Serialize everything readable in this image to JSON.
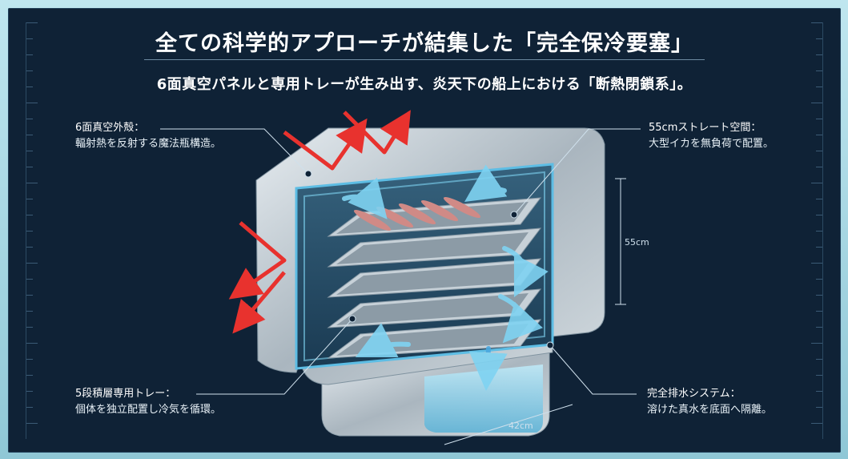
{
  "title": "全ての科学的アプローチが結集した「完全保冷要塞」",
  "subtitle": "6面真空パネルと専用トレーが生み出す、炎天下の船上における「断熱閉鎖系」。",
  "callouts": {
    "shell": {
      "heading": "6面真空外殻：",
      "body": "輻射熱を反射する魔法瓶構造。"
    },
    "space": {
      "heading": "55cmストレート空間：",
      "body": "大型イカを無負荷で配置。"
    },
    "trays": {
      "heading": "5段積層専用トレー：",
      "body": "個体を独立配置し冷気を循環。"
    },
    "drain": {
      "heading": "完全排水システム：",
      "body": "溶けた真水を底面へ隔離。"
    }
  },
  "dimensions": {
    "height_label": "55cm",
    "depth_label": "42cm"
  },
  "colors": {
    "background": "#0f2236",
    "heat_arrow": "#e8322e",
    "cold_arrow": "#7fd3f2",
    "shell": "#c9d2d9"
  }
}
